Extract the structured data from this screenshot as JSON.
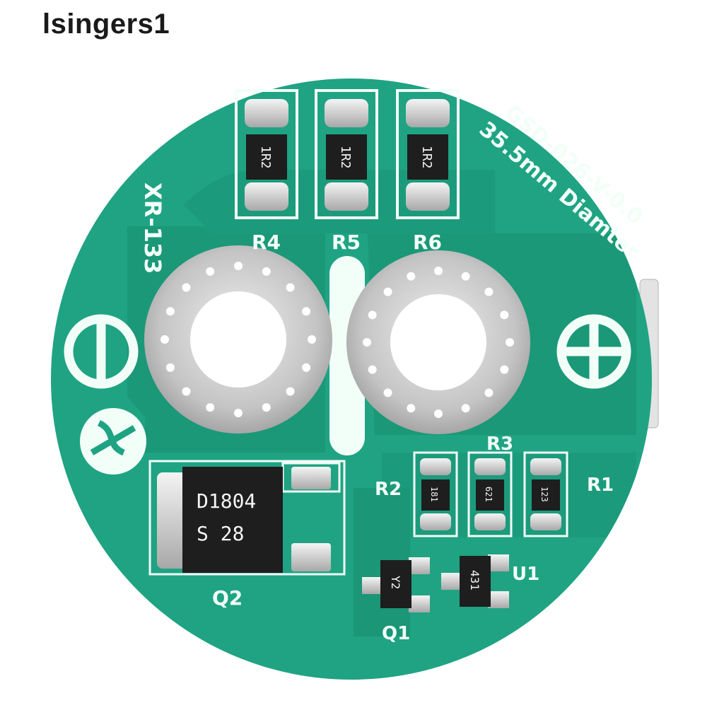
{
  "watermark": "lsingers1",
  "board": {
    "model_line1": "GSD-026-V-0.0",
    "model_line2": "35.5mm Diamter",
    "side_label": "XR-133",
    "resistors_top": [
      {
        "ref": "R4",
        "code": "1R2"
      },
      {
        "ref": "R5",
        "code": "1R2"
      },
      {
        "ref": "R6",
        "code": "1R2"
      }
    ],
    "resistors_bottom": [
      {
        "ref": "R2",
        "code": "181"
      },
      {
        "ref": "R3",
        "code": "621"
      },
      {
        "ref": "R1",
        "code": "123"
      }
    ],
    "q2": {
      "ref": "Q2",
      "line1": "D1804",
      "line2": "S  28"
    },
    "q1": {
      "ref": "Q1",
      "code": "Y2"
    },
    "u1": {
      "ref": "U1",
      "code": "431"
    },
    "colors": {
      "pcb_green": "#1fa383",
      "pcb_dark": "#17876b",
      "silkscreen": "#f2fff8",
      "solder": "#c8c8c8",
      "chip_body": "#1e1e1e"
    }
  }
}
